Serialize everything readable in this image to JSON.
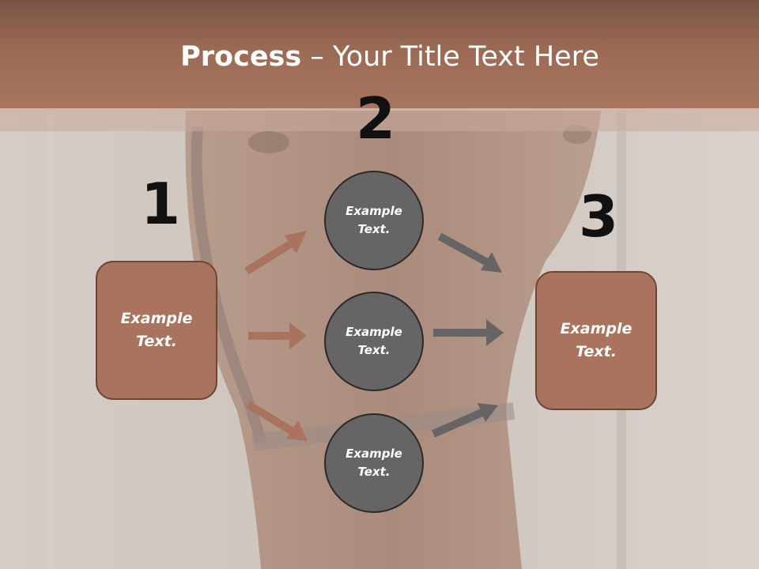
{
  "title": {
    "bold": "Process",
    "rest": " – Your Title Text Here"
  },
  "steps": {
    "one": "1",
    "two": "2",
    "three": "3"
  },
  "left_box": {
    "line1": "Example",
    "line2": "Text."
  },
  "right_box": {
    "line1": "Example",
    "line2": "Text."
  },
  "circles": [
    {
      "line1": "Example",
      "line2": "Text."
    },
    {
      "line1": "Example",
      "line2": "Text."
    },
    {
      "line1": "Example",
      "line2": "Text."
    }
  ],
  "colors": {
    "brown": "#a9735d",
    "brown_dark": "#6e4435",
    "gray": "#666464",
    "arrow_brown": "#a9735d",
    "arrow_gray": "#666464"
  }
}
